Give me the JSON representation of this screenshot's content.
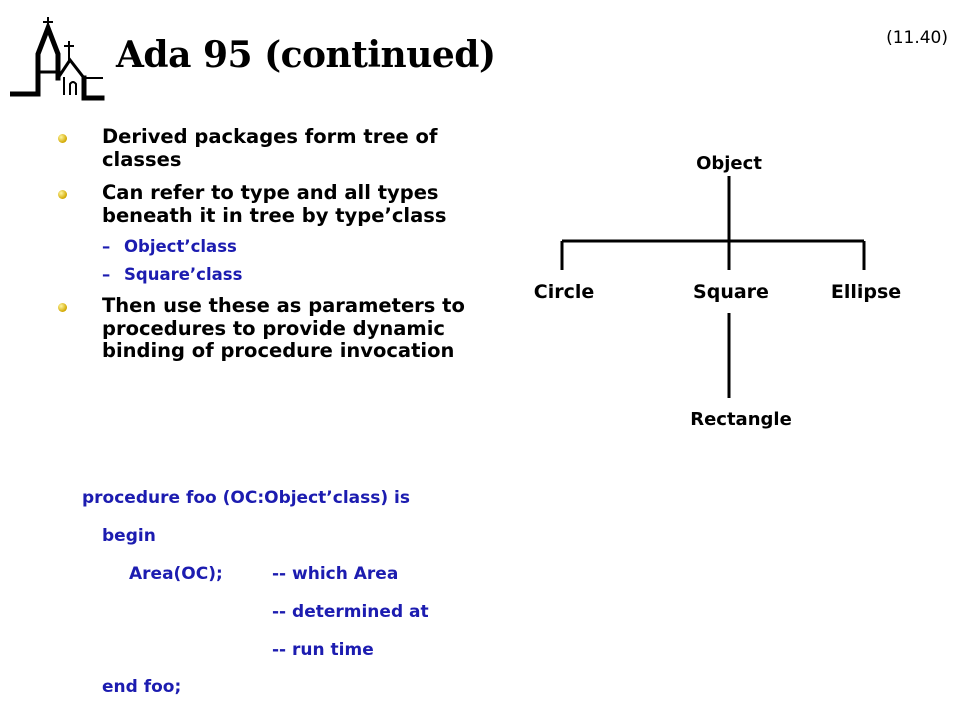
{
  "slide": {
    "title": "Ada 95 (continued)",
    "number": "(11.40)"
  },
  "bullets": [
    {
      "text": "Derived packages form tree of classes"
    },
    {
      "text": "Can refer to type and all types beneath it in tree by type’class",
      "sub": [
        "Object’class",
        "Square’class"
      ]
    },
    {
      "text": "Then use these as parameters to procedures to provide dynamic binding of procedure invocation"
    }
  ],
  "code": {
    "line1": "procedure foo (OC:Object’class) is",
    "line2": "begin",
    "line3_stmt": "Area(OC);",
    "line3_comment": "-- which Area",
    "line4_comment": "-- determined at",
    "line5_comment": "-- run time",
    "line6": "end foo;"
  },
  "tree": {
    "root": "Object",
    "children": [
      "Circle",
      "Square",
      "Ellipse"
    ],
    "grandchild": "Rectangle"
  },
  "colors": {
    "code_blue": "#1c1cb0",
    "bullet_gold": "#d2a800"
  }
}
